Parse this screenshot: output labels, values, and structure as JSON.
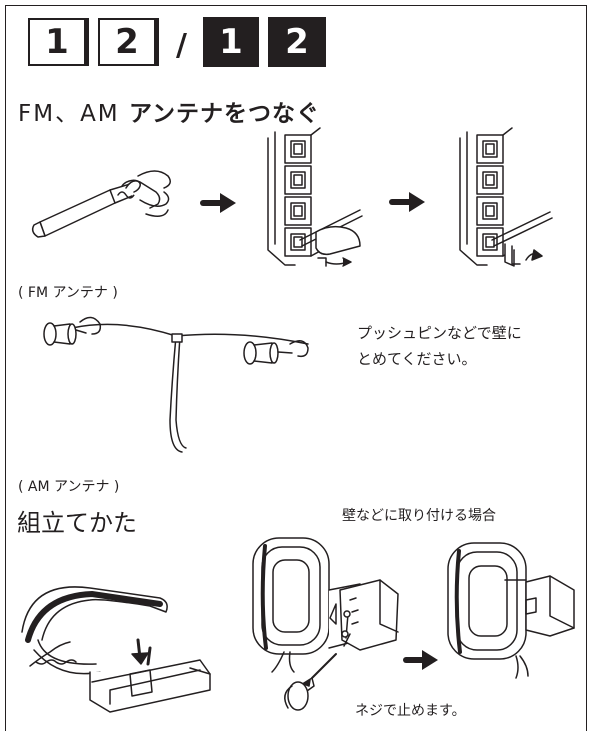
{
  "steps": {
    "outline": [
      "1",
      "2"
    ],
    "separator": "/",
    "filled": [
      "1",
      "2"
    ]
  },
  "title": {
    "prefix": "FM、AM ",
    "bold": "アンテナをつなぐ"
  },
  "fm": {
    "label": "( FM アンテナ )",
    "note_line1": "プッシュピンなどで壁に",
    "note_line2": "とめてください。"
  },
  "am": {
    "label": "( AM アンテナ )",
    "assembly_heading": "組立てかた",
    "wall_caption": "壁などに取り付ける場合",
    "screw_caption": "ネジで止めます。"
  },
  "colors": {
    "ink": "#231f20",
    "paper": "#ffffff"
  }
}
